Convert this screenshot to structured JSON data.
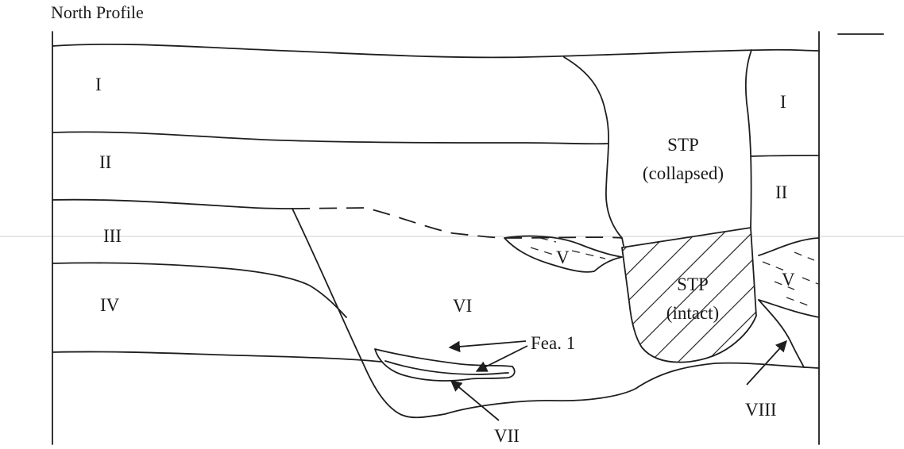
{
  "title": "North Profile",
  "layers": {
    "i_left": "I",
    "i_right": "I",
    "ii_left": "II",
    "ii_right": "II",
    "iii": "III",
    "iv": "IV",
    "v_left": "V",
    "v_right": "V",
    "vi": "VI",
    "vii": "VII",
    "viii": "VIII"
  },
  "stp_collapsed": {
    "line1": "STP",
    "line2": "(collapsed)"
  },
  "stp_intact": {
    "line1": "STP",
    "line2": "(intact)"
  },
  "feature": "Fea. 1"
}
